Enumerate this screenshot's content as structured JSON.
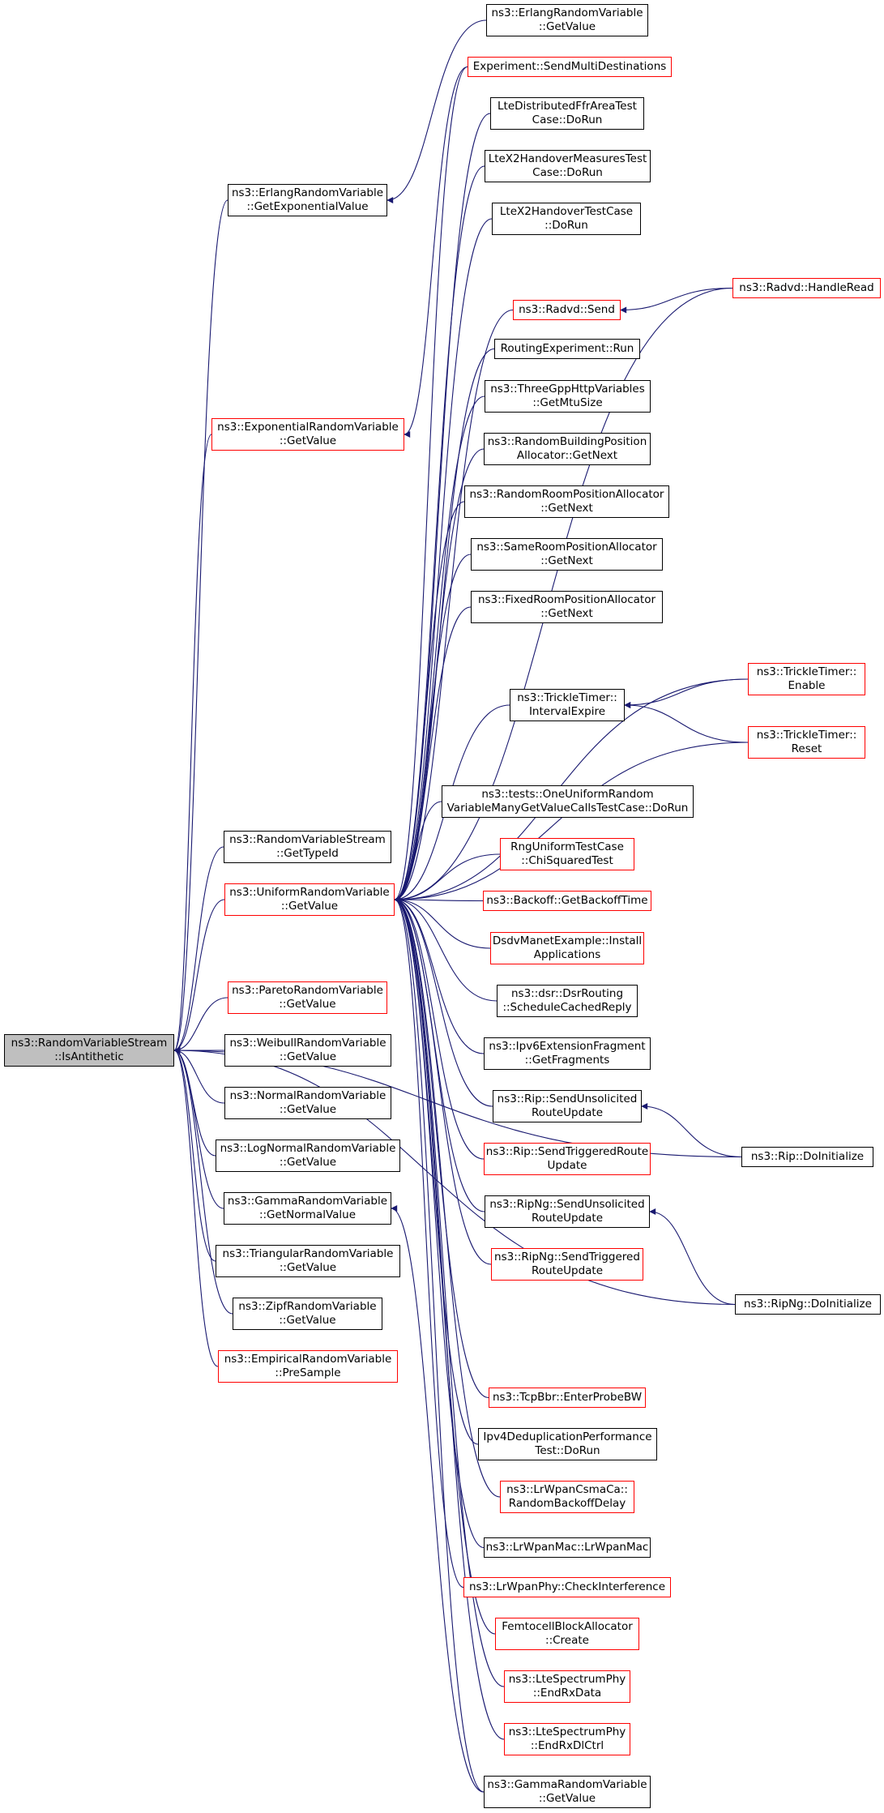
{
  "colors": {
    "edge": "#191970",
    "border_default": "#000000",
    "border_linked": "#ff0000",
    "root_fill": "#bfbfbf"
  },
  "nodes": [
    {
      "id": "root",
      "lines": [
        "ns3::RandomVariableStream",
        "::IsAntithetic"
      ],
      "border": "black",
      "root": true
    },
    {
      "id": "erlang_exp",
      "lines": [
        "ns3::ErlangRandomVariable",
        "::GetExponentialValue"
      ],
      "border": "black"
    },
    {
      "id": "exp_getvalue",
      "lines": [
        "ns3::ExponentialRandomVariable",
        "::GetValue"
      ],
      "border": "red"
    },
    {
      "id": "rvs_typeid",
      "lines": [
        "ns3::RandomVariableStream",
        "::GetTypeId"
      ],
      "border": "black"
    },
    {
      "id": "uniform_getvalue",
      "lines": [
        "ns3::UniformRandomVariable",
        "::GetValue"
      ],
      "border": "red"
    },
    {
      "id": "pareto",
      "lines": [
        "ns3::ParetoRandomVariable",
        "::GetValue"
      ],
      "border": "red"
    },
    {
      "id": "weibull",
      "lines": [
        "ns3::WeibullRandomVariable",
        "::GetValue"
      ],
      "border": "black"
    },
    {
      "id": "normal",
      "lines": [
        "ns3::NormalRandomVariable",
        "::GetValue"
      ],
      "border": "black"
    },
    {
      "id": "lognormal",
      "lines": [
        "ns3::LogNormalRandomVariable",
        "::GetValue"
      ],
      "border": "black"
    },
    {
      "id": "gamma_normal",
      "lines": [
        "ns3::GammaRandomVariable",
        "::GetNormalValue"
      ],
      "border": "black"
    },
    {
      "id": "triangular",
      "lines": [
        "ns3::TriangularRandomVariable",
        "::GetValue"
      ],
      "border": "black"
    },
    {
      "id": "zipf",
      "lines": [
        "ns3::ZipfRandomVariable",
        "::GetValue"
      ],
      "border": "black"
    },
    {
      "id": "empirical",
      "lines": [
        "ns3::EmpiricalRandomVariable",
        "::PreSample"
      ],
      "border": "red"
    },
    {
      "id": "erlang_getvalue",
      "lines": [
        "ns3::ErlangRandomVariable",
        "::GetValue"
      ],
      "border": "black"
    },
    {
      "id": "exp_multidest",
      "lines": [
        "Experiment::SendMultiDestinations"
      ],
      "border": "red"
    },
    {
      "id": "lte_ffr",
      "lines": [
        "LteDistributedFfrAreaTest",
        "Case::DoRun"
      ],
      "border": "black"
    },
    {
      "id": "ltex2_measures",
      "lines": [
        "LteX2HandoverMeasuresTest",
        "Case::DoRun"
      ],
      "border": "black"
    },
    {
      "id": "ltex2_handover",
      "lines": [
        "LteX2HandoverTestCase",
        "::DoRun"
      ],
      "border": "black"
    },
    {
      "id": "radvd_send",
      "lines": [
        "ns3::Radvd::Send"
      ],
      "border": "red"
    },
    {
      "id": "radvd_handleread",
      "lines": [
        "ns3::Radvd::HandleRead"
      ],
      "border": "red"
    },
    {
      "id": "routing_run",
      "lines": [
        "RoutingExperiment::Run"
      ],
      "border": "black"
    },
    {
      "id": "threegpp_mtu",
      "lines": [
        "ns3::ThreeGppHttpVariables",
        "::GetMtuSize"
      ],
      "border": "black"
    },
    {
      "id": "random_building",
      "lines": [
        "ns3::RandomBuildingPosition",
        "Allocator::GetNext"
      ],
      "border": "black"
    },
    {
      "id": "random_room",
      "lines": [
        "ns3::RandomRoomPositionAllocator",
        "::GetNext"
      ],
      "border": "black"
    },
    {
      "id": "same_room",
      "lines": [
        "ns3::SameRoomPositionAllocator",
        "::GetNext"
      ],
      "border": "black"
    },
    {
      "id": "fixed_room",
      "lines": [
        "ns3::FixedRoomPositionAllocator",
        "::GetNext"
      ],
      "border": "black"
    },
    {
      "id": "trickle_interval",
      "lines": [
        "ns3::TrickleTimer::",
        "IntervalExpire"
      ],
      "border": "black"
    },
    {
      "id": "trickle_enable",
      "lines": [
        "ns3::TrickleTimer::",
        "Enable"
      ],
      "border": "red"
    },
    {
      "id": "trickle_reset",
      "lines": [
        "ns3::TrickleTimer::",
        "Reset"
      ],
      "border": "red"
    },
    {
      "id": "one_uniform",
      "lines": [
        "ns3::tests::OneUniformRandom",
        "VariableManyGetValueCallsTestCase::DoRun"
      ],
      "border": "black"
    },
    {
      "id": "rng_chisq",
      "lines": [
        "RngUniformTestCase",
        "::ChiSquaredTest"
      ],
      "border": "red"
    },
    {
      "id": "backoff",
      "lines": [
        "ns3::Backoff::GetBackoffTime"
      ],
      "border": "red"
    },
    {
      "id": "dsdv_install",
      "lines": [
        "DsdvManetExample::Install",
        "Applications"
      ],
      "border": "red"
    },
    {
      "id": "dsr_schedule",
      "lines": [
        "ns3::dsr::DsrRouting",
        "::ScheduleCachedReply"
      ],
      "border": "black"
    },
    {
      "id": "ipv6_ext",
      "lines": [
        "ns3::Ipv6ExtensionFragment",
        "::GetFragments"
      ],
      "border": "black"
    },
    {
      "id": "rip_unsolicited",
      "lines": [
        "ns3::Rip::SendUnsolicited",
        "RouteUpdate"
      ],
      "border": "black"
    },
    {
      "id": "rip_init",
      "lines": [
        "ns3::Rip::DoInitialize"
      ],
      "border": "black"
    },
    {
      "id": "rip_triggered",
      "lines": [
        "ns3::Rip::SendTriggeredRoute",
        "Update"
      ],
      "border": "red"
    },
    {
      "id": "ripng_unsolicited",
      "lines": [
        "ns3::RipNg::SendUnsolicited",
        "RouteUpdate"
      ],
      "border": "black"
    },
    {
      "id": "ripng_init",
      "lines": [
        "ns3::RipNg::DoInitialize"
      ],
      "border": "black"
    },
    {
      "id": "ripng_triggered",
      "lines": [
        "ns3::RipNg::SendTriggered",
        "RouteUpdate"
      ],
      "border": "red"
    },
    {
      "id": "tcpbbr",
      "lines": [
        "ns3::TcpBbr::EnterProbeBW"
      ],
      "border": "red"
    },
    {
      "id": "ipv4_dedup",
      "lines": [
        "Ipv4DeduplicationPerformance",
        "Test::DoRun"
      ],
      "border": "black"
    },
    {
      "id": "lrwpan_csma",
      "lines": [
        "ns3::LrWpanCsmaCa::",
        "RandomBackoffDelay"
      ],
      "border": "red"
    },
    {
      "id": "lrwpan_mac",
      "lines": [
        "ns3::LrWpanMac::LrWpanMac"
      ],
      "border": "black"
    },
    {
      "id": "lrwpan_phy",
      "lines": [
        "ns3::LrWpanPhy::CheckInterference"
      ],
      "border": "red"
    },
    {
      "id": "femtocell",
      "lines": [
        "FemtocellBlockAllocator",
        "::Create"
      ],
      "border": "red"
    },
    {
      "id": "lte_endrxdata",
      "lines": [
        "ns3::LteSpectrumPhy",
        "::EndRxData"
      ],
      "border": "red"
    },
    {
      "id": "lte_endrxdlctrl",
      "lines": [
        "ns3::LteSpectrumPhy",
        "::EndRxDlCtrl"
      ],
      "border": "red"
    },
    {
      "id": "gamma_getvalue",
      "lines": [
        "ns3::GammaRandomVariable",
        "::GetValue"
      ],
      "border": "black"
    }
  ],
  "edges": [
    [
      "erlang_exp",
      "root"
    ],
    [
      "exp_getvalue",
      "root"
    ],
    [
      "rvs_typeid",
      "root"
    ],
    [
      "uniform_getvalue",
      "root"
    ],
    [
      "pareto",
      "root"
    ],
    [
      "weibull",
      "root"
    ],
    [
      "normal",
      "root"
    ],
    [
      "lognormal",
      "root"
    ],
    [
      "gamma_normal",
      "root"
    ],
    [
      "triangular",
      "root"
    ],
    [
      "zipf",
      "root"
    ],
    [
      "empirical",
      "root"
    ],
    [
      "rip_init",
      "root"
    ],
    [
      "ripng_init",
      "root"
    ],
    [
      "erlang_getvalue",
      "erlang_exp"
    ],
    [
      "exp_multidest",
      "exp_getvalue"
    ],
    [
      "exp_multidest",
      "uniform_getvalue"
    ],
    [
      "lte_ffr",
      "uniform_getvalue"
    ],
    [
      "ltex2_measures",
      "uniform_getvalue"
    ],
    [
      "ltex2_handover",
      "uniform_getvalue"
    ],
    [
      "radvd_send",
      "uniform_getvalue"
    ],
    [
      "radvd_handleread",
      "uniform_getvalue"
    ],
    [
      "routing_run",
      "uniform_getvalue"
    ],
    [
      "threegpp_mtu",
      "uniform_getvalue"
    ],
    [
      "random_building",
      "uniform_getvalue"
    ],
    [
      "random_room",
      "uniform_getvalue"
    ],
    [
      "same_room",
      "uniform_getvalue"
    ],
    [
      "fixed_room",
      "uniform_getvalue"
    ],
    [
      "trickle_enable",
      "uniform_getvalue"
    ],
    [
      "trickle_interval",
      "uniform_getvalue"
    ],
    [
      "trickle_reset",
      "uniform_getvalue"
    ],
    [
      "one_uniform",
      "uniform_getvalue"
    ],
    [
      "rng_chisq",
      "uniform_getvalue"
    ],
    [
      "backoff",
      "uniform_getvalue"
    ],
    [
      "dsdv_install",
      "uniform_getvalue"
    ],
    [
      "dsr_schedule",
      "uniform_getvalue"
    ],
    [
      "ipv6_ext",
      "uniform_getvalue"
    ],
    [
      "rip_unsolicited",
      "uniform_getvalue"
    ],
    [
      "rip_triggered",
      "uniform_getvalue"
    ],
    [
      "ripng_unsolicited",
      "uniform_getvalue"
    ],
    [
      "ripng_triggered",
      "uniform_getvalue"
    ],
    [
      "tcpbbr",
      "uniform_getvalue"
    ],
    [
      "ipv4_dedup",
      "uniform_getvalue"
    ],
    [
      "lrwpan_csma",
      "uniform_getvalue"
    ],
    [
      "lrwpan_mac",
      "uniform_getvalue"
    ],
    [
      "lrwpan_phy",
      "uniform_getvalue"
    ],
    [
      "femtocell",
      "uniform_getvalue"
    ],
    [
      "lte_endrxdata",
      "uniform_getvalue"
    ],
    [
      "lte_endrxdlctrl",
      "uniform_getvalue"
    ],
    [
      "gamma_getvalue",
      "uniform_getvalue"
    ],
    [
      "gamma_getvalue",
      "gamma_normal"
    ],
    [
      "radvd_handleread",
      "radvd_send"
    ],
    [
      "trickle_enable",
      "trickle_interval"
    ],
    [
      "trickle_reset",
      "trickle_interval"
    ],
    [
      "rip_init",
      "rip_unsolicited"
    ],
    [
      "ripng_init",
      "ripng_unsolicited"
    ]
  ]
}
